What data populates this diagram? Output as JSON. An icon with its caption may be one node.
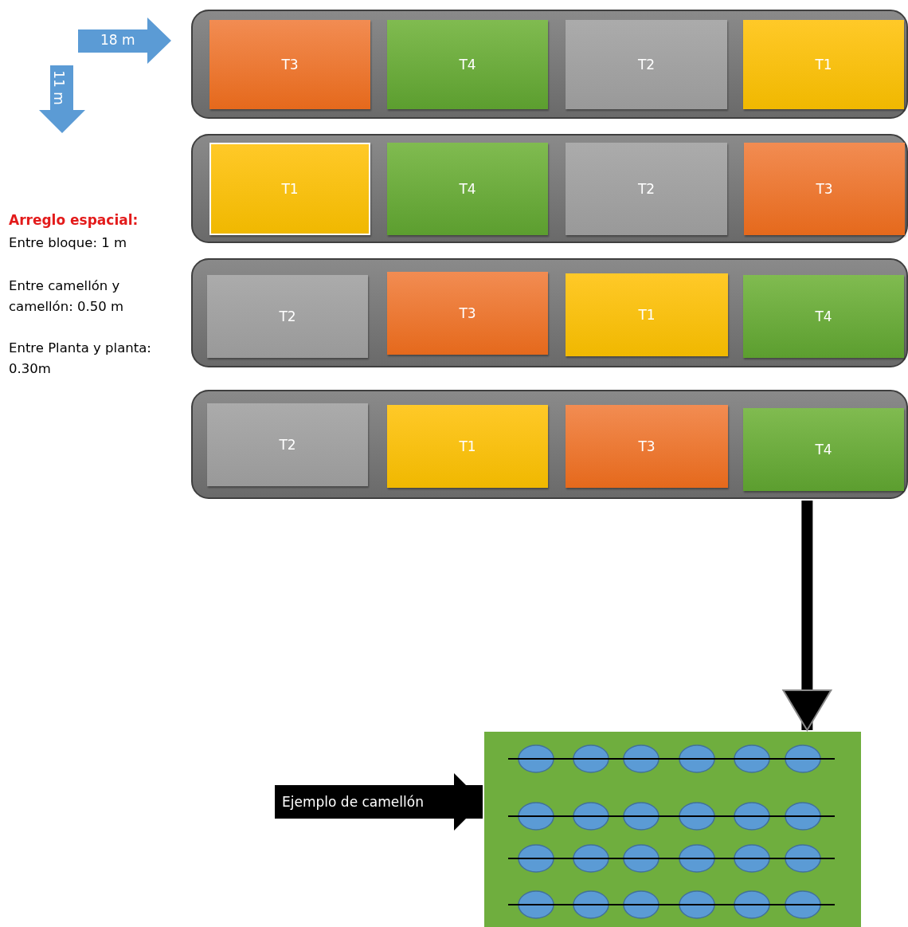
{
  "diagram": {
    "nodes": [
      {
        "text": [],
        "shape": "band"
      },
      {
        "text": [
          "T3"
        ],
        "in": 0
      },
      {
        "text": [
          "T4"
        ],
        "in": 0
      },
      {
        "text": [
          "T2"
        ],
        "in": 0
      },
      {
        "text": [
          "T1"
        ],
        "in": 0
      },
      {
        "text": [],
        "shape": "band"
      },
      {
        "text": [
          "T1"
        ],
        "in": 5
      },
      {
        "text": [
          "T4"
        ],
        "in": 5
      },
      {
        "text": [
          "T2"
        ],
        "in": 5
      },
      {
        "text": [
          "T3"
        ],
        "in": 5
      },
      {
        "text": [],
        "shape": "band"
      },
      {
        "text": [
          "T2"
        ],
        "in": 10
      },
      {
        "text": [
          "T3"
        ],
        "in": 10
      },
      {
        "text": [
          "T1"
        ],
        "in": 10
      },
      {
        "text": [
          "T4"
        ],
        "in": 10
      },
      {
        "text": [],
        "shape": "band"
      },
      {
        "text": [
          "T2"
        ],
        "in": 15
      },
      {
        "text": [
          "T1"
        ],
        "in": 15
      },
      {
        "text": [
          "T3"
        ],
        "in": 15
      },
      {
        "text": [
          "T4"
        ],
        "in": 15
      },
      {
        "text": [
          "Ejemplo de camellón"
        ]
      },
      {
        "text": [],
        "shape": "box"
      }
    ],
    "edges": [
      {
        "from": 15,
        "to": 21,
        "arrow": "to"
      },
      {
        "from": 20,
        "to": 21,
        "arrow": "to",
        "style": "thick"
      }
    ],
    "labels": [
      "18 m",
      "11 m",
      "Arreglo espacial:",
      "Entre bloque: 1 m",
      "Entre camellón y camellón: 0.50 m",
      "Entre Planta y planta: 0.30m"
    ]
  }
}
